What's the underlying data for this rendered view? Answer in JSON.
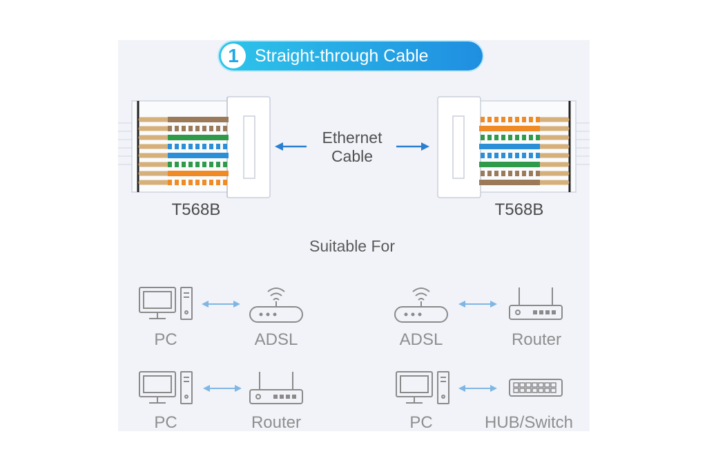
{
  "title": {
    "number": "1",
    "text": "Straight-through Cable"
  },
  "center_label": {
    "line1": "Ethernet",
    "line2": "Cable"
  },
  "connectors": [
    {
      "standard": "T568B"
    },
    {
      "standard": "T568B"
    }
  ],
  "suitable_for": "Suitable For",
  "connections": [
    {
      "left": "PC",
      "right": "ADSL"
    },
    {
      "left": "ADSL",
      "right": "Router"
    },
    {
      "left": "PC",
      "right": "Router"
    },
    {
      "left": "PC",
      "right": "HUB/Switch"
    }
  ],
  "colors": {
    "accent": "#1f8ee0",
    "arrow": "#2a7fd0",
    "device_arrow": "#7fb6e4",
    "icon": "#8a8a8a",
    "wire_orange": "#f08a24",
    "wire_green": "#2f9b4a",
    "wire_blue": "#2a8fd6",
    "wire_brown": "#9b7a5a",
    "pin_gold": "#d6b07a"
  }
}
